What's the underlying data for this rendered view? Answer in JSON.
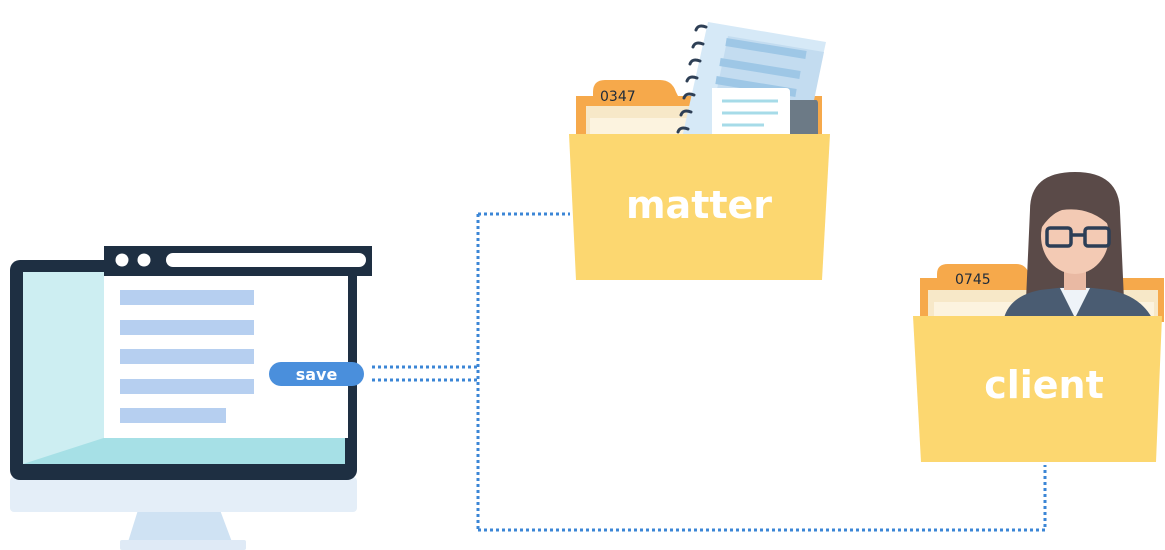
{
  "save_button": {
    "label": "save"
  },
  "folders": {
    "matter": {
      "title": "matter",
      "tab_number": "0347"
    },
    "client": {
      "title": "client",
      "tab_number": "0745"
    }
  },
  "colors": {
    "folder_front": "#fcd770",
    "folder_tab": "#f6a94b",
    "connector": "#3b86d6",
    "save_button": "#4a8fdc",
    "monitor_frame": "#1e2f42",
    "screen": "#a6e0e6",
    "doc_line": "#b6cff0"
  },
  "icons": {
    "monitor": "desktop-monitor-icon",
    "notebook": "spiral-notebook-icon",
    "chat": "chat-bubble-icon",
    "person": "woman-with-glasses-icon"
  }
}
